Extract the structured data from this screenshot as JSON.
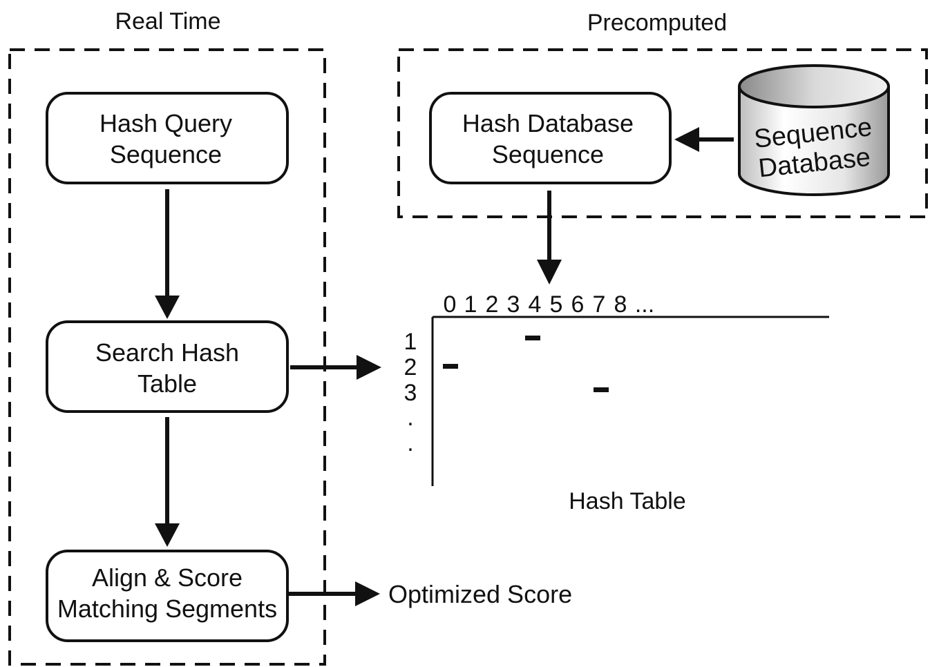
{
  "sections": {
    "realtime_label": "Real Time",
    "precomputed_label": "Precomputed"
  },
  "boxes": {
    "hash_query": {
      "line1": "Hash Query",
      "line2": "Sequence"
    },
    "search_hash": {
      "line1": "Search Hash",
      "line2": "Table"
    },
    "align_score": {
      "line1": "Align & Score",
      "line2": "Matching Segments"
    },
    "hash_database": {
      "line1": "Hash Database",
      "line2": "Sequence"
    }
  },
  "database": {
    "line1": "Sequence",
    "line2": "Database"
  },
  "hash_table": {
    "label": "Hash Table",
    "column_labels": [
      "0",
      "1",
      "2",
      "3",
      "4",
      "5",
      "6",
      "7",
      "8",
      "..."
    ],
    "row_labels": [
      "1",
      "2",
      "3",
      ".",
      "."
    ]
  },
  "output": {
    "label": "Optimized Score"
  }
}
